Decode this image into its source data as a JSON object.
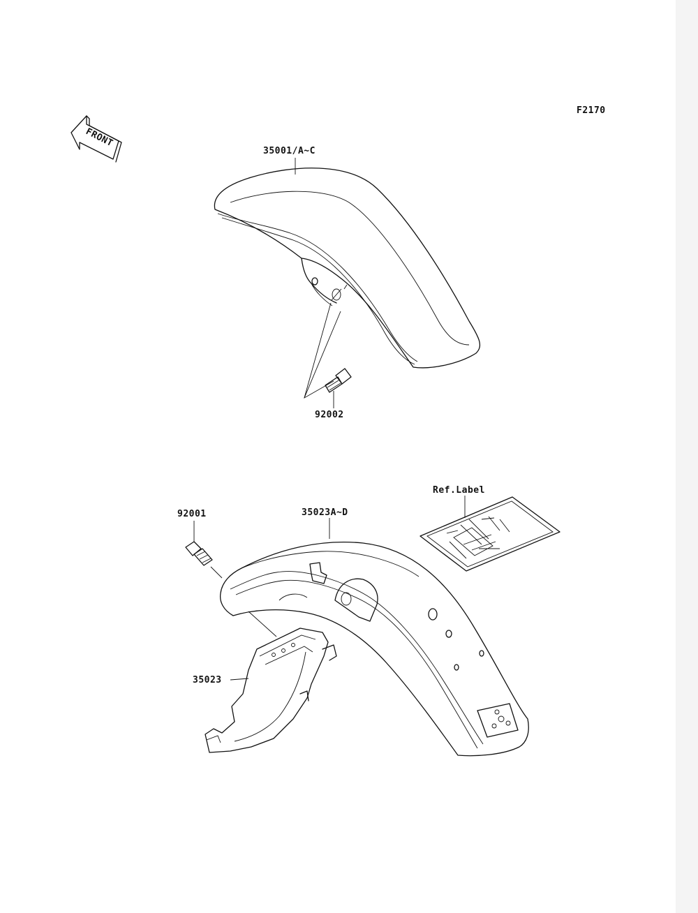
{
  "diagram_code": "F2170",
  "front_arrow": {
    "text": "FRONT",
    "icon": "front-direction-arrow-icon"
  },
  "callouts": {
    "front_fender": "35001/A~C",
    "front_bolt": "92002",
    "rear_fender": "35023A~D",
    "rear_bolt": "92001",
    "inner_cover": "35023",
    "ref_label": "Ref.Label"
  }
}
